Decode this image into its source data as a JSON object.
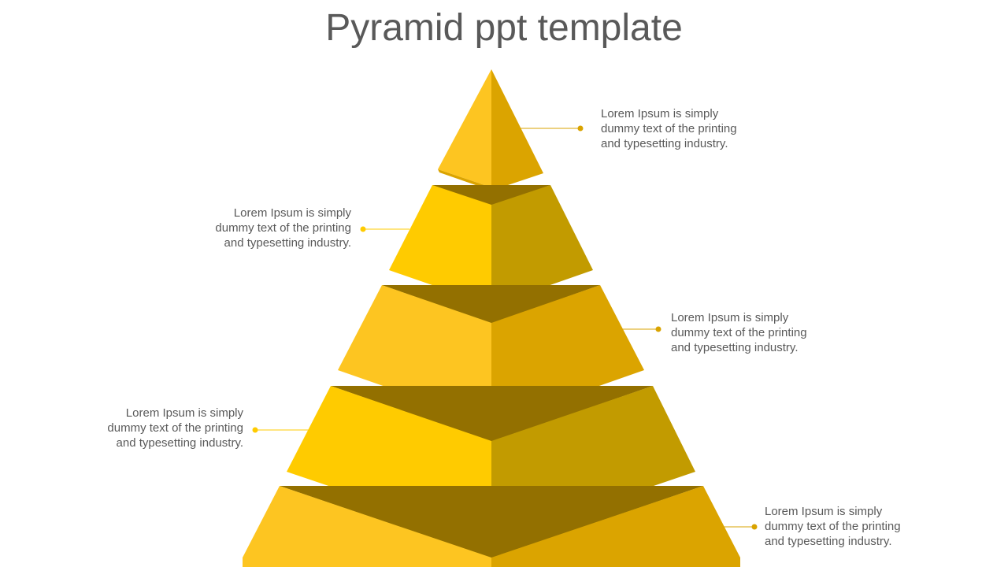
{
  "title": "Pyramid ppt template",
  "colors": {
    "left_a": "#FDC521",
    "left_b": "#FFCB00",
    "right_a": "#DBA400",
    "right_b": "#C29B00",
    "shadow": "#937000",
    "text": "#595959"
  },
  "levels": [
    {
      "lines": [
        "Lorem Ipsum  is simply",
        "dummy  text of the printing",
        "and typesetting  industry."
      ]
    },
    {
      "lines": [
        "Lorem Ipsum  is simply",
        "dummy  text of the printing",
        "and typesetting  industry."
      ]
    },
    {
      "lines": [
        "Lorem Ipsum  is simply",
        "dummy  text of the printing",
        "and typesetting  industry."
      ]
    },
    {
      "lines": [
        "Lorem Ipsum  is simply",
        "dummy  text of the printing",
        "and typesetting  industry."
      ]
    },
    {
      "lines": [
        "Lorem Ipsum  is simply",
        "dummy  text of the printing",
        "and typesetting  industry."
      ]
    }
  ]
}
